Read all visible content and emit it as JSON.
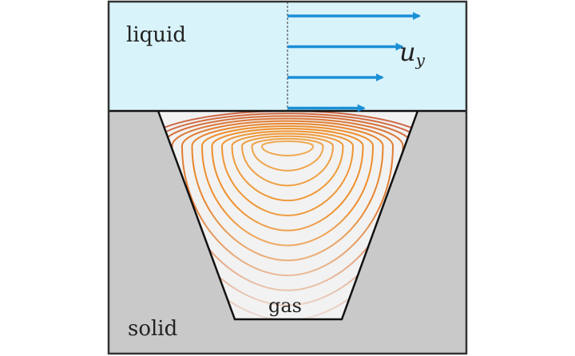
{
  "labels": {
    "liquid": "liquid",
    "solid": "solid",
    "gas": "gas",
    "velocity_symbol": "u",
    "velocity_subscript": "y"
  },
  "colors": {
    "liquid_fill": "#d9f3fb",
    "solid_fill": "#c9c9c9",
    "gas_fill": "#f2f2f2",
    "arrow": "#1a8fd6",
    "outline": "#111111",
    "streamline_outer": "#c0390b",
    "streamline_inner": "#f2b890"
  },
  "velocity_profile": {
    "arrow_magnitudes": [
      1.0,
      0.87,
      0.72,
      0.58
    ]
  },
  "streamlines": {
    "count": 13
  }
}
